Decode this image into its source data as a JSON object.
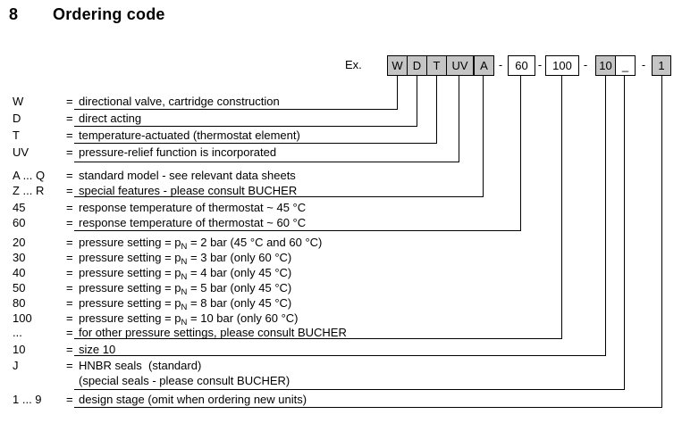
{
  "title": {
    "number": "8",
    "text": "Ordering code"
  },
  "example": {
    "label": "Ex.",
    "separator": "-",
    "boxes": [
      {
        "text": "W",
        "fill": "gray"
      },
      {
        "text": "D",
        "fill": "gray"
      },
      {
        "text": "T",
        "fill": "gray"
      },
      {
        "text": "UV",
        "fill": "gray"
      },
      {
        "text": "A",
        "fill": "gray"
      },
      {
        "text": "60",
        "fill": "white"
      },
      {
        "text": "100",
        "fill": "white"
      },
      {
        "text": "10",
        "fill": "gray"
      },
      {
        "text": "_",
        "fill": "white"
      },
      {
        "text": "1",
        "fill": "gray"
      }
    ]
  },
  "colors": {
    "box_gray": "#c5c5c5",
    "box_white": "#ffffff",
    "line": "#000000",
    "text": "#000000"
  },
  "rows": [
    {
      "code": "W",
      "eq": "=",
      "pre": "directional valve, cartridge construction",
      "sub": "",
      "post": ""
    },
    {
      "code": "D",
      "eq": "=",
      "pre": "direct acting",
      "sub": "",
      "post": ""
    },
    {
      "code": "T",
      "eq": "=",
      "pre": "temperature-actuated (thermostat element)",
      "sub": "",
      "post": ""
    },
    {
      "code": "UV",
      "eq": "=",
      "pre": "pressure-relief function is incorporated",
      "sub": "",
      "post": ""
    },
    {
      "code": "A ... Q",
      "eq": "=",
      "pre": "standard model - see relevant data sheets",
      "sub": "",
      "post": ""
    },
    {
      "code": "Z ... R",
      "eq": "=",
      "pre": "special features - please consult BUCHER",
      "sub": "",
      "post": ""
    },
    {
      "code": "45",
      "eq": "=",
      "pre": "response temperature of thermostat ~ 45 °C",
      "sub": "",
      "post": ""
    },
    {
      "code": "60",
      "eq": "=",
      "pre": "response temperature of thermostat ~ 60 °C",
      "sub": "",
      "post": ""
    },
    {
      "code": "20",
      "eq": "=",
      "pre": "pressure setting = p",
      "sub": "N",
      "post": " = 2 bar (45 °C and 60 °C)"
    },
    {
      "code": "30",
      "eq": "=",
      "pre": "pressure setting = p",
      "sub": "N",
      "post": " = 3 bar (only 60 °C)"
    },
    {
      "code": "40",
      "eq": "=",
      "pre": "pressure setting = p",
      "sub": "N",
      "post": " = 4 bar (only 45 °C)"
    },
    {
      "code": "50",
      "eq": "=",
      "pre": "pressure setting = p",
      "sub": "N",
      "post": " = 5 bar (only 45 °C)"
    },
    {
      "code": "80",
      "eq": "=",
      "pre": "pressure setting = p",
      "sub": "N",
      "post": " = 8 bar (only 45 °C)"
    },
    {
      "code": "100",
      "eq": "=",
      "pre": "pressure setting = p",
      "sub": "N",
      "post": " = 10 bar (only 60 °C)"
    },
    {
      "code": "...",
      "eq": "=",
      "pre": "for other pressure settings, please consult BUCHER",
      "sub": "",
      "post": ""
    },
    {
      "code": "10",
      "eq": "=",
      "pre": "size 10",
      "sub": "",
      "post": ""
    },
    {
      "code": "J",
      "eq": "=",
      "pre": "HNBR seals  (standard)",
      "sub": "",
      "post": ""
    },
    {
      "code": "",
      "eq": "",
      "pre": "(special seals - please consult BUCHER)",
      "sub": "",
      "post": ""
    },
    {
      "code": "1 ... 9",
      "eq": "=",
      "pre": "design stage (omit when ordering new units)",
      "sub": "",
      "post": ""
    }
  ]
}
